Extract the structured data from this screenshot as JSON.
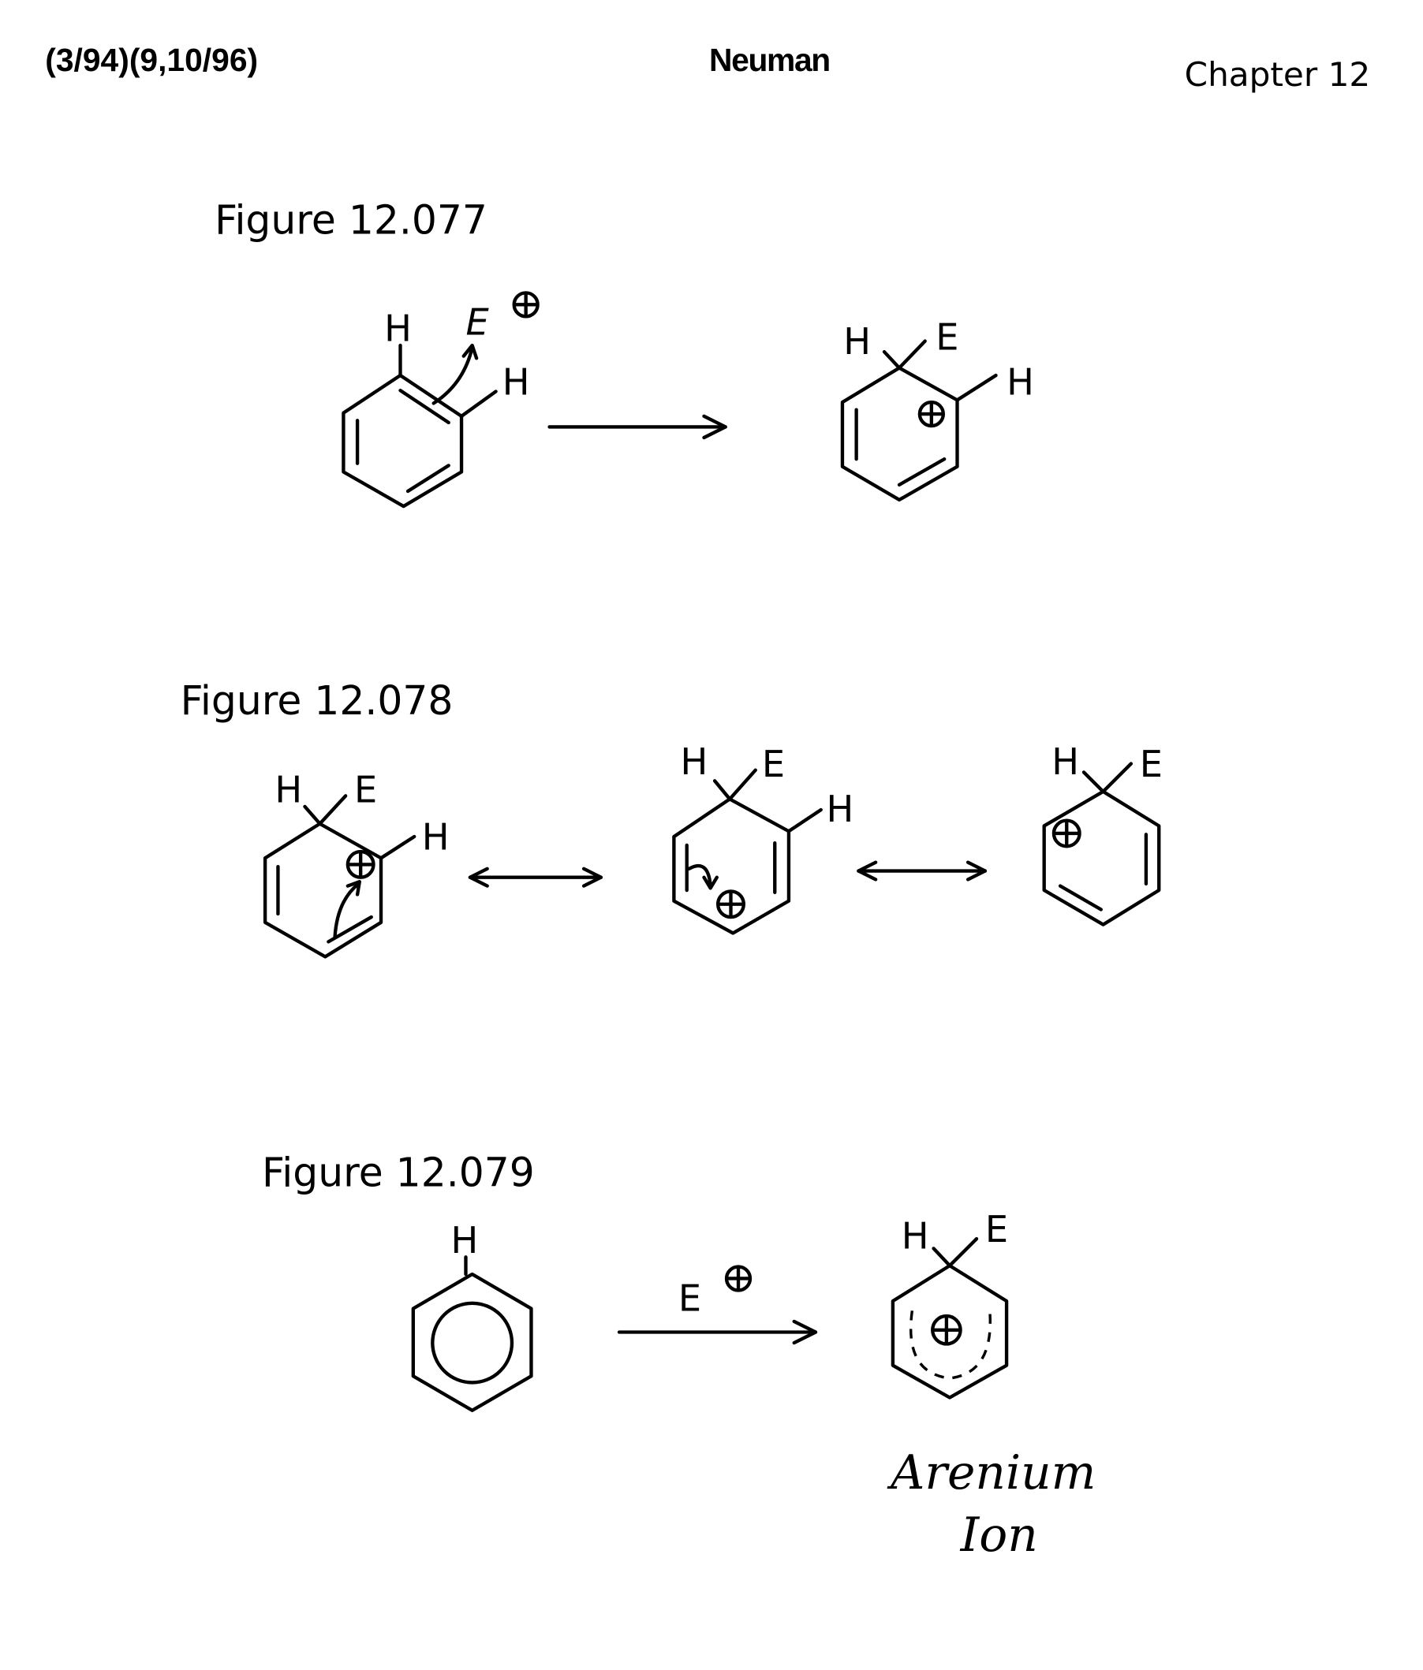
{
  "header": {
    "dates": "(3/94)(9,10/96)",
    "author": "Neuman",
    "chapter": "Chapter 12"
  },
  "figures": [
    {
      "label": "Figure 12.077",
      "atoms": {
        "h_top": "H",
        "electrophile": "E",
        "h_right": "H",
        "product_h": "H",
        "product_e": "E",
        "product_h_right": "H"
      }
    },
    {
      "label": "Figure 12.078",
      "atoms": {
        "a_h": "H",
        "a_e": "E",
        "a_h_right": "H",
        "b_h": "H",
        "b_e": "E",
        "b_h_right": "H",
        "c_h": "H",
        "c_e": "E"
      }
    },
    {
      "label": "Figure 12.079",
      "atoms": {
        "benzene_h": "H",
        "reagent": "E",
        "product_h": "H",
        "product_e": "E"
      },
      "caption_line1": "Arenium",
      "caption_line2": "Ion"
    }
  ]
}
